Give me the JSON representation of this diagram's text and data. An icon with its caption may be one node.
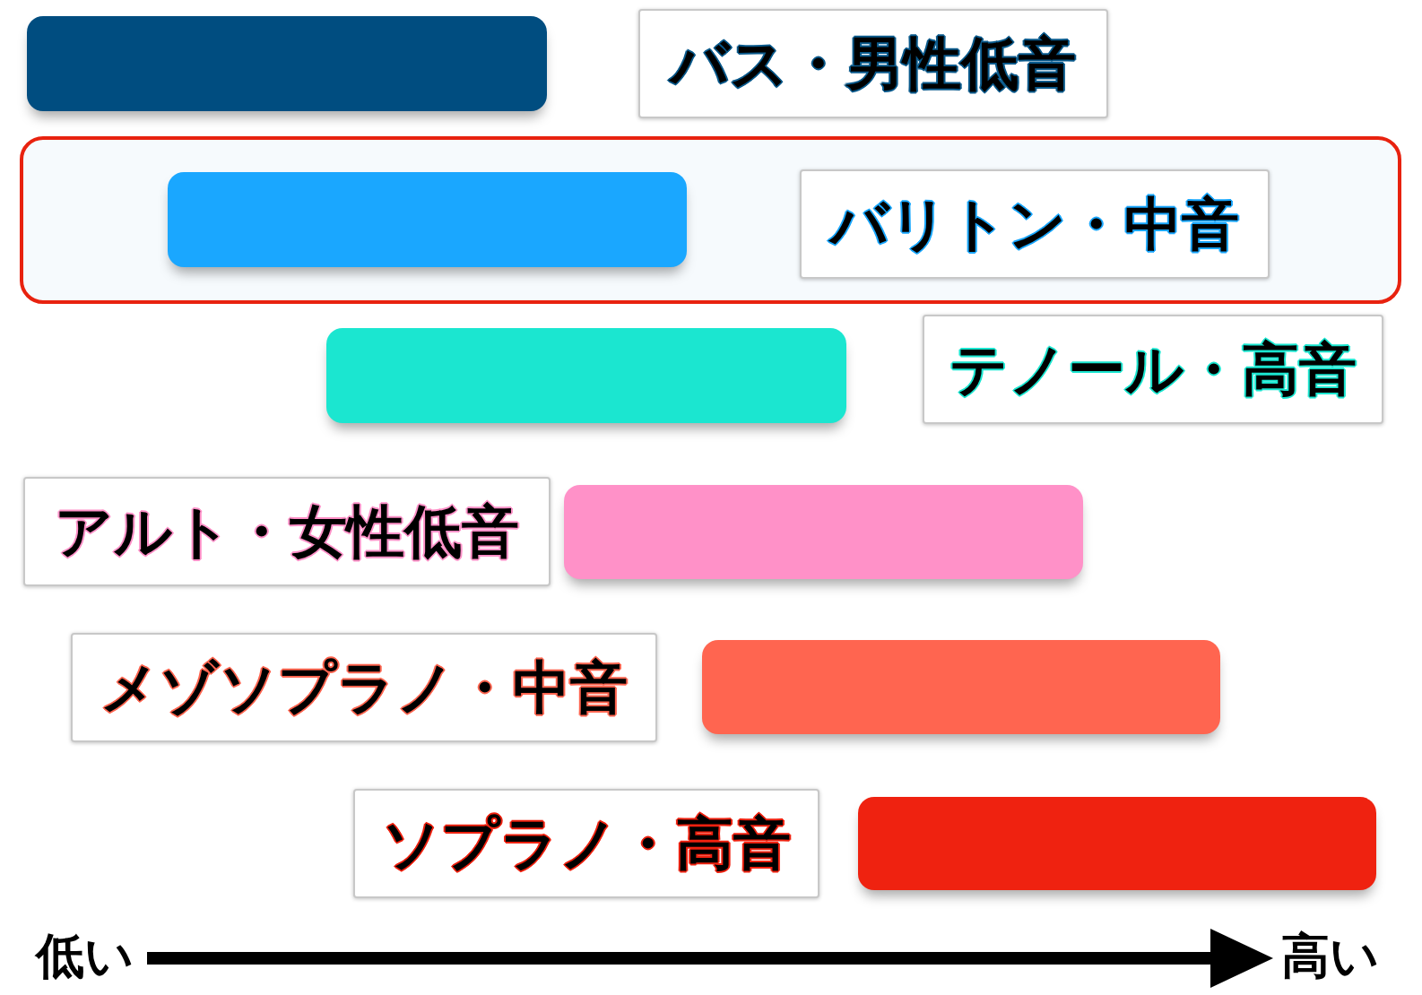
{
  "diagram": {
    "nodes": [
      {
        "text": [],
        "shape": "bar"
      },
      {
        "text": [
          "バス・男性低音"
        ]
      },
      {
        "text": [],
        "shape": "box"
      },
      {
        "text": [],
        "shape": "bar",
        "in": 2
      },
      {
        "text": [
          "バリトン・中音"
        ],
        "in": 2
      },
      {
        "text": [],
        "shape": "bar"
      },
      {
        "text": [
          "テノール・高音"
        ]
      },
      {
        "text": [
          "アルト・女性低音"
        ]
      },
      {
        "text": [],
        "shape": "bar"
      },
      {
        "text": [
          "メゾソプラノ・中音"
        ]
      },
      {
        "text": [],
        "shape": "bar"
      },
      {
        "text": [
          "ソプラノ・高音"
        ]
      },
      {
        "text": [],
        "shape": "bar"
      }
    ],
    "labels": [
      "低い",
      "高い"
    ]
  }
}
